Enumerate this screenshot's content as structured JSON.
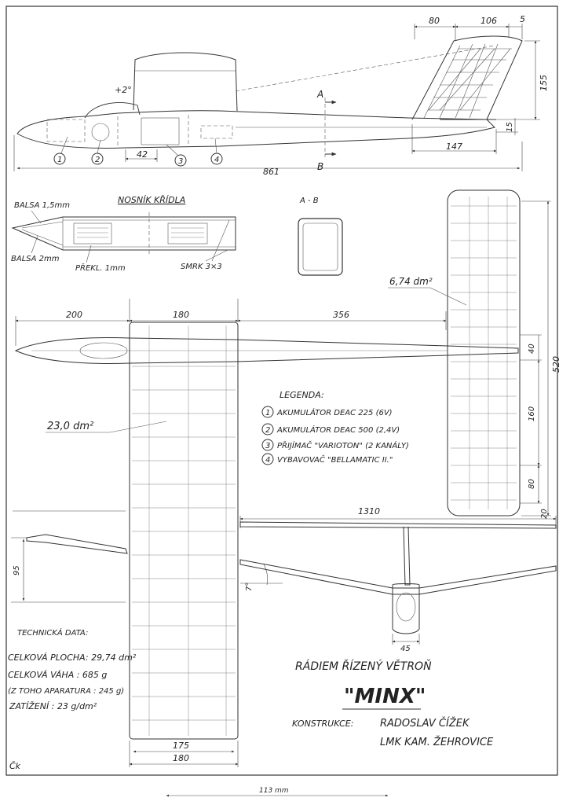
{
  "side_view": {
    "dims": {
      "d80": "80",
      "d106": "106",
      "d5": "5",
      "d155": "155",
      "d15": "15",
      "d147": "147",
      "d42": "42",
      "d861": "861"
    },
    "incidence": "+2°",
    "callouts": [
      "1",
      "2",
      "3",
      "4"
    ],
    "section_a": "A",
    "section_b": "B"
  },
  "spar": {
    "title": "NOSNÍK KŘÍDLA",
    "balsa_top": "BALSA 1,5mm",
    "balsa_bottom": "BALSA 2mm",
    "plywood": "PŘEKL. 1mm",
    "spruce": "SMRK 3×3"
  },
  "section_ab": {
    "label": "A - B"
  },
  "top_view": {
    "dim_200": "200",
    "dim_180": "180",
    "dim_356": "356",
    "wing_area": "23,0 dm²",
    "tail_area": "6,74 dm²",
    "dim_175": "175",
    "dim_180b": "180",
    "dim_40": "40",
    "dim_520": "520",
    "dim_160": "160",
    "dim_80": "80",
    "dim_20": "20"
  },
  "legend": {
    "title": "LEGENDA:",
    "items": [
      {
        "num": "1",
        "text": "AKUMULÁTOR DEAC 225 (6V)"
      },
      {
        "num": "2",
        "text": "AKUMULÁTOR DEAC 500 (2,4V)"
      },
      {
        "num": "3",
        "text": "PŘIJÍMAČ \"VARIOTON\" (2 KANÁLY)"
      },
      {
        "num": "4",
        "text": "VYBAVOVAČ \"BELLAMATIC II.\""
      }
    ]
  },
  "front_view": {
    "span": "1310",
    "dihedral": "7°",
    "dim_45": "45"
  },
  "wing_section": {
    "dim_95": "95"
  },
  "tech": {
    "title": "TECHNICKÁ DATA:",
    "area": "CELKOVÁ PLOCHA: 29,74 dm²",
    "weight": "CELKOVÁ VÁHA : 685 g",
    "apparatus": "(Z TOHO APARATURA : 245 g)",
    "loading": "ZATÍŽENÍ : 23 g/dm²"
  },
  "title_block": {
    "subtitle": "RÁDIEM ŘÍZENÝ VĚTROŇ",
    "name": "\"MINX\"",
    "designer_label": "KONSTRUKCE:",
    "designer": "RADOSLAV ČÍŽEK",
    "club": "LMK KAM. ŽEHROVICE"
  },
  "signature": "Čk",
  "scale_note": "113 mm"
}
